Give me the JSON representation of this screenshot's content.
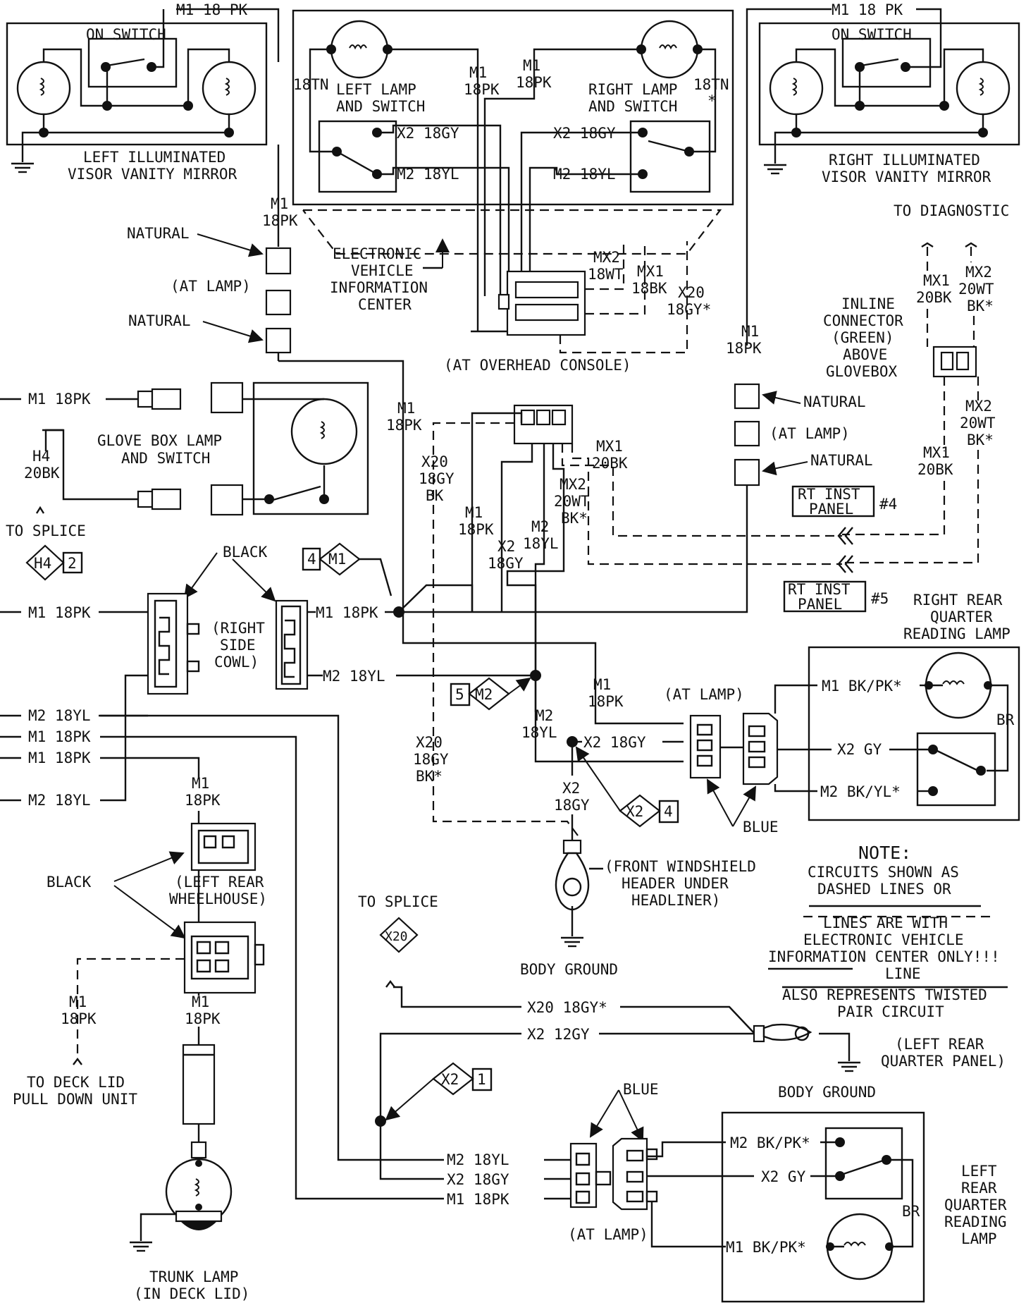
{
  "mirrors": {
    "left": {
      "wire_top": "M1 18 PK",
      "switch": "ON SWITCH",
      "title_1": "LEFT ILLUMINATED",
      "title_2": "VISOR VANITY MIRROR"
    },
    "right": {
      "wire_top": "M1 18 PK",
      "switch": "ON SWITCH",
      "title_1": "RIGHT ILLUMINATED",
      "title_2": "VISOR VANITY MIRROR"
    }
  },
  "overhead": {
    "left_lamp_1": "LEFT LAMP",
    "left_lamp_2": "AND SWITCH",
    "right_lamp_1": "RIGHT LAMP",
    "right_lamp_2": "AND SWITCH",
    "tn_left": "18TN",
    "tn_right": "18TN",
    "tn_star": "*",
    "m1_a": "M1",
    "m1_a2": "18PK",
    "m1_b": "M1",
    "m1_b2": "18PK",
    "x2_left": "X2 18GY",
    "m2_left": "M2 18YL",
    "x2_right": "X2 18GY",
    "m2_right": "M2 18YL",
    "evic_1": "ELECTRONIC",
    "evic_2": "VEHICLE",
    "evic_3": "INFORMATION",
    "evic_4": "CENTER",
    "mx2_1": "MX2",
    "mx2_2": "18WT",
    "mx1_1": "MX1",
    "mx1_2": "18BK",
    "x20_1": "X20",
    "x20_2": "18GY*",
    "at_console": "(AT OVERHEAD CONSOLE)"
  },
  "left_visor_conn": {
    "m1": "M1",
    "m1b": "18PK",
    "natural_1": "NATURAL",
    "at_lamp": "(AT LAMP)",
    "natural_2": "NATURAL"
  },
  "right_visor_conn": {
    "m1": "M1",
    "m1b": "18PK",
    "natural_1": "NATURAL",
    "at_lamp": "(AT LAMP)",
    "natural_2": "NATURAL",
    "rt_inst_4a": "RT INST",
    "rt_inst_4b": "PANEL",
    "rt_inst_4n": "#4",
    "rt_inst_5a": "RT INST",
    "rt_inst_5b": "PANEL",
    "rt_inst_5n": "#5"
  },
  "diagnostic": {
    "title": "TO DIAGNOSTIC",
    "mx1a": "MX1",
    "mx1b": "20BK",
    "mx2a": "MX2",
    "mx2b": "20WT",
    "mx2c": "BK*",
    "inline_1": "INLINE",
    "inline_2": "CONNECTOR",
    "inline_3": "(GREEN)",
    "inline_4": "ABOVE",
    "inline_5": "GLOVEBOX",
    "mx2d": "MX2",
    "mx2e": "20WT",
    "mx2f": "BK*",
    "mx1c": "MX1",
    "mx1d": "20BK"
  },
  "glovebox": {
    "wire": "M1 18PK",
    "title_1": "GLOVE BOX LAMP",
    "title_2": "AND SWITCH",
    "h4_a": "H4",
    "h4_b": "20BK",
    "splice": "TO SPLICE",
    "h4_tag": "H4",
    "h4_num": "2"
  },
  "center": {
    "m1_a": "M1",
    "m1_b": "18PK",
    "x20_a": "X20",
    "x20_b": "18GY",
    "x20_c": "BK",
    "m1_c": "M1",
    "m1_d": "18PK",
    "m2_a": "M2",
    "m2_b": "18YL",
    "x2_a": "X2",
    "x2_b": "18GY",
    "mx1_a": "MX1",
    "mx1_b": "20BK",
    "mx2_a": "MX2",
    "mx2_b": "20WT",
    "mx2_c": "BK*",
    "tag_m1_num": "4",
    "tag_m1": "M1",
    "black": "BLACK",
    "cowl_1": "(RIGHT",
    "cowl_2": "SIDE",
    "cowl_3": "COWL)",
    "cowl_m1": "M1 18PK",
    "cowl_m2": "M2 18YL",
    "left_m1": "M1 18PK",
    "tag_m2_num": "5",
    "tag_m2": "M2",
    "m2_c": "M2",
    "m2_d": "18YL",
    "x2_c": "X2 18GY",
    "x20_d": "X20",
    "x20_e": "18GY",
    "x20_f": "BK*",
    "x2_d": "X2",
    "x2_e": "18GY",
    "tag_x2": "X2",
    "tag_x2_num": "4",
    "m1_e": "M1",
    "m1_f": "18PK"
  },
  "left_wires": [
    "M2 18YL",
    "M1 18PK",
    "M1 18PK",
    "M2 18YL"
  ],
  "right_rear": {
    "title_1": "RIGHT REAR",
    "title_2": "QUARTER",
    "title_3": "READING LAMP",
    "at_lamp": "(AT LAMP)",
    "m1": "M1 BK/PK*",
    "x2": "X2 GY",
    "m2": "M2 BK/YL*",
    "br": "BR",
    "blue": "BLUE"
  },
  "windshield": {
    "t1": "(FRONT WINDSHIELD",
    "t2": "HEADER UNDER",
    "t3": "HEADLINER)",
    "ground": "BODY GROUND"
  },
  "note": {
    "title": "NOTE:",
    "l1": "CIRCUITS SHOWN AS",
    "l2": "DASHED LINES OR",
    "l3": "LINES ARE WITH",
    "l4": "ELECTRONIC VEHICLE",
    "l5": "INFORMATION CENTER ONLY!!!",
    "l6": "LINE",
    "l7": "ALSO REPRESENTS TWISTED",
    "l8": "PAIR CIRCUIT"
  },
  "left_rear": {
    "m1a": "M1",
    "m1b": "18PK",
    "wheel_1": "(LEFT REAR",
    "wheel_2": "WHEELHOUSE)",
    "black": "BLACK",
    "m1c": "M1",
    "m1d": "18PK",
    "m1e": "M1",
    "m1f": "18PK",
    "deck_1": "TO DECK LID",
    "deck_2": "PULL DOWN UNIT",
    "trunk_1": "TRUNK LAMP",
    "trunk_2": "(IN DECK LID)",
    "splice": "TO SPLICE",
    "x20_tag": "X20"
  },
  "rear_ground": {
    "x20": "X20 18GY*",
    "x2": "X2 12GY",
    "t1": "(LEFT REAR",
    "t2": "QUARTER PANEL)",
    "ground": "BODY GROUND",
    "tag_x2": "X2",
    "tag_x2_num": "1"
  },
  "left_rear_lamp": {
    "blue": "BLUE",
    "m2": "M2 18YL",
    "x2": "X2 18GY",
    "m1": "M1 18PK",
    "at_lamp": "(AT LAMP)",
    "lm2": "M2 BK/PK*",
    "lx2": "X2 GY",
    "lm1": "M1 BK/PK*",
    "br": "BR",
    "t1": "LEFT",
    "t2": "REAR",
    "t3": "QUARTER",
    "t4": "READING",
    "t5": "LAMP"
  }
}
